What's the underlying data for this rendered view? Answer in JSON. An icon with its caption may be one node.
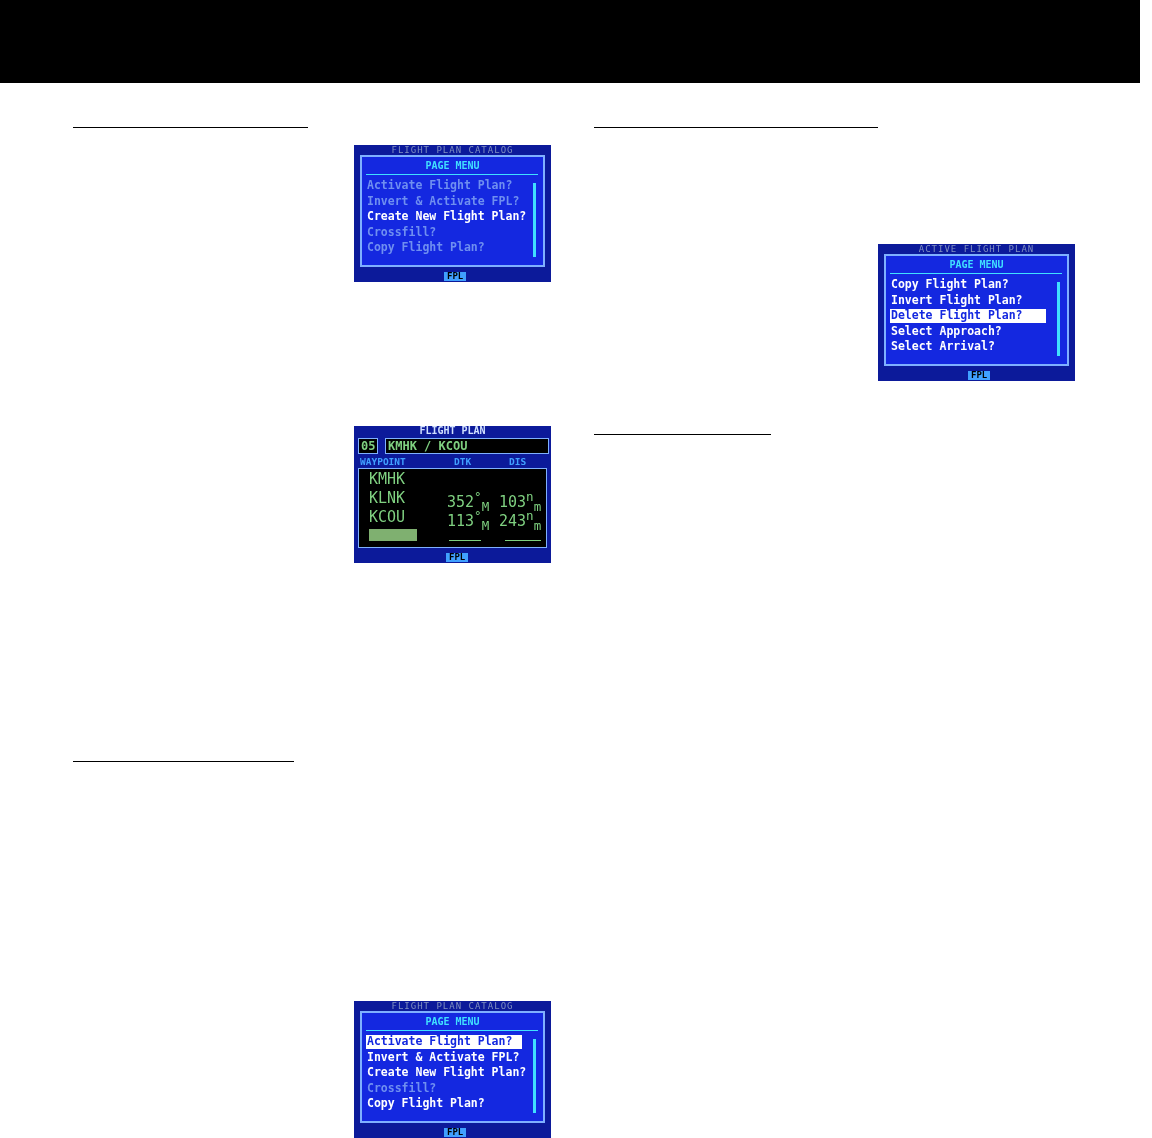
{
  "diagram": {
    "labels": [
      "FLIGHT PLAN CATALOG",
      "PAGE MENU",
      "Activate Flight Plan?",
      "Invert & Activate FPL?",
      "Create New Flight Plan?",
      "Crossfill?",
      "Copy Flight Plan?",
      "FPL",
      "FLIGHT PLAN",
      "05",
      "KMHK / KCOU",
      "WAYPOINT",
      "DTK",
      "DIS",
      "KMHK",
      "KLNK",
      "352$^{°}$$_{M}$",
      "103$^{n}$$_{m}$",
      "KCOU",
      "113$^{°}$$_{M}$",
      "243$^{n}$$_{m}$",
      "FPL",
      "FLIGHT PLAN CATALOG",
      "PAGE MENU",
      "Activate Flight Plan?",
      "Invert & Activate FPL?",
      "Create New Flight Plan?",
      "Crossfill?",
      "Copy Flight Plan?",
      "FPL",
      "ACTIVE FLIGHT PLAN",
      "PAGE MENU",
      "Copy Flight Plan?",
      "Invert Flight Plan?",
      "Delete Flight Plan?",
      "Select Approach?",
      "Select Arrival?",
      "FPL"
    ]
  }
}
